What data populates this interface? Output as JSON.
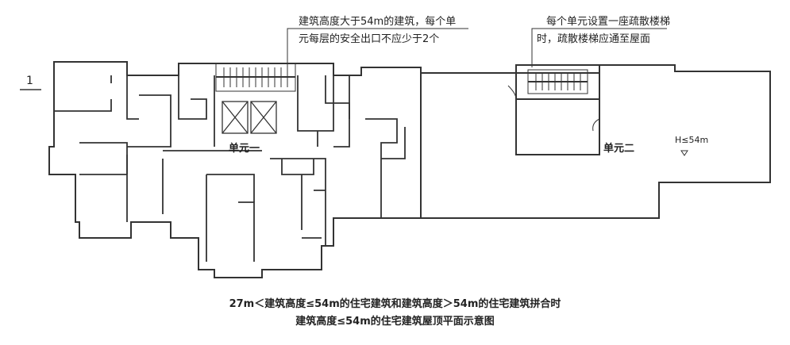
{
  "annotations": {
    "note1_line1": "建筑高度大于54m的建筑，每个单",
    "note1_line2": "元每层的安全出口不应少于2个",
    "note2_line1": "每个单元设置一座疏散楼梯",
    "note2_line2": "时，疏散楼梯应通至屋面"
  },
  "labels": {
    "section_mark": "1",
    "unit1": "单元一",
    "unit2": "单元二",
    "height_mark": "H≤54m"
  },
  "caption": {
    "line1": "27m＜建筑高度≤54m的住宅建筑和建筑高度＞54m的住宅建筑拼合时",
    "line2": "建筑高度≤54m的住宅建筑屋顶平面示意图"
  }
}
